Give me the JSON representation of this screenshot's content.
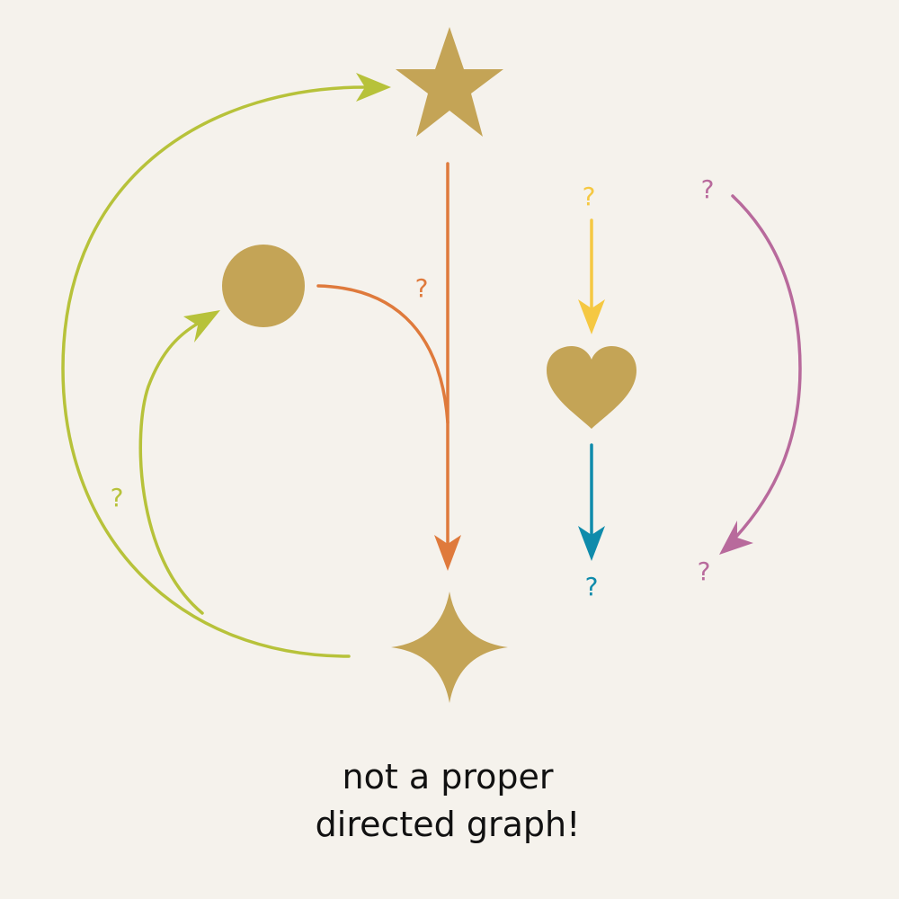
{
  "colors": {
    "background": "#f5f2ec",
    "node": "#c4a456",
    "green": "#b7c23a",
    "orange": "#df7a3c",
    "yellow": "#f5c842",
    "teal": "#0f8bab",
    "purple": "#b86a9c",
    "text": "#111111"
  },
  "nodes": [
    {
      "id": "star",
      "shape": "star-icon"
    },
    {
      "id": "circle",
      "shape": "circle-icon"
    },
    {
      "id": "heart",
      "shape": "heart-icon"
    },
    {
      "id": "sparkle",
      "shape": "four-point-star-icon"
    }
  ],
  "labels": {
    "q_orange": "?",
    "q_yellow": "?",
    "q_purple_top": "?",
    "q_purple_bottom": "?",
    "q_green": "?",
    "q_teal": "?"
  },
  "caption": {
    "line1": "not a proper",
    "line2": "directed graph!"
  }
}
